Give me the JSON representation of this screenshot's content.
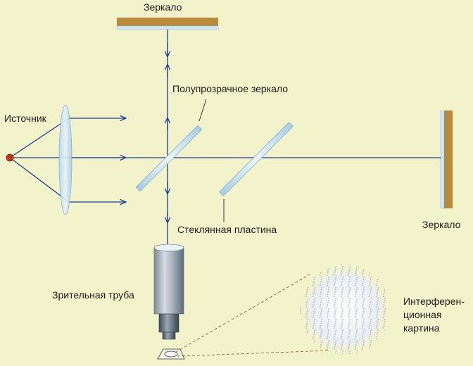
{
  "labels": {
    "mirror_top": "Зеркало",
    "mirror_right": "Зеркало",
    "half_mirror": "Полупрозрачное зеркало",
    "source": "Источник",
    "glass_plate": "Стеклянная пластина",
    "telescope": "Зрительная труба",
    "pattern_line1": "Интерферен-",
    "pattern_line2": "ционная",
    "pattern_line3": "картина"
  },
  "colors": {
    "background": "#f3f3cb",
    "beam": "#1f3f8f",
    "mirror_body": "#b88a3c",
    "glass": "#cfe6f5",
    "source": "#c0391d"
  }
}
